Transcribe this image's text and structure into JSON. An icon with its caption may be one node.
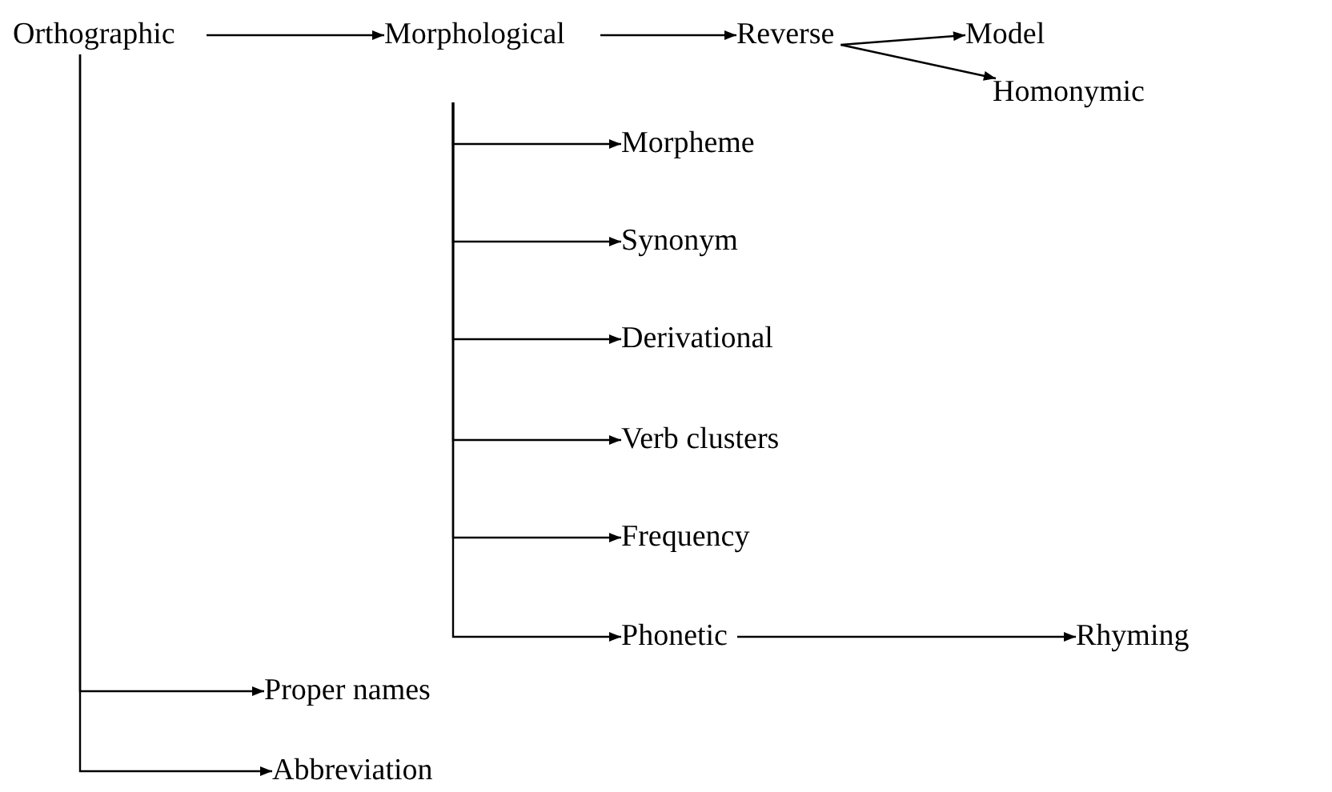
{
  "diagram": {
    "nodes": [
      {
        "text": [
          "Orthographic"
        ]
      },
      {
        "text": [
          "Morphological"
        ]
      },
      {
        "text": [
          "Reverse"
        ]
      },
      {
        "text": [
          "Model"
        ]
      },
      {
        "text": [
          "Homonymic"
        ]
      },
      {
        "text": [
          "Morpheme"
        ]
      },
      {
        "text": [
          "Synonym"
        ]
      },
      {
        "text": [
          "Derivational"
        ]
      },
      {
        "text": [
          "Verb clusters"
        ]
      },
      {
        "text": [
          "Frequency"
        ]
      },
      {
        "text": [
          "Phonetic"
        ]
      },
      {
        "text": [
          "Rhyming"
        ]
      },
      {
        "text": [
          "Proper names"
        ]
      },
      {
        "text": [
          "Abbreviation"
        ]
      }
    ],
    "edges": [
      {
        "from": 0,
        "to": 1,
        "arrow": "to"
      },
      {
        "from": 1,
        "to": 2,
        "arrow": "to"
      },
      {
        "from": 2,
        "to": 3,
        "arrow": "to"
      },
      {
        "from": 2,
        "to": 4,
        "arrow": "to"
      },
      {
        "from": 1,
        "to": 5,
        "arrow": "to"
      },
      {
        "from": 1,
        "to": 6,
        "arrow": "to"
      },
      {
        "from": 1,
        "to": 7,
        "arrow": "to"
      },
      {
        "from": 1,
        "to": 8,
        "arrow": "to"
      },
      {
        "from": 1,
        "to": 9,
        "arrow": "to"
      },
      {
        "from": 1,
        "to": 10,
        "arrow": "to"
      },
      {
        "from": 10,
        "to": 11,
        "arrow": "to"
      },
      {
        "from": 0,
        "to": 12,
        "arrow": "to"
      },
      {
        "from": 0,
        "to": 13,
        "arrow": "to"
      }
    ]
  }
}
